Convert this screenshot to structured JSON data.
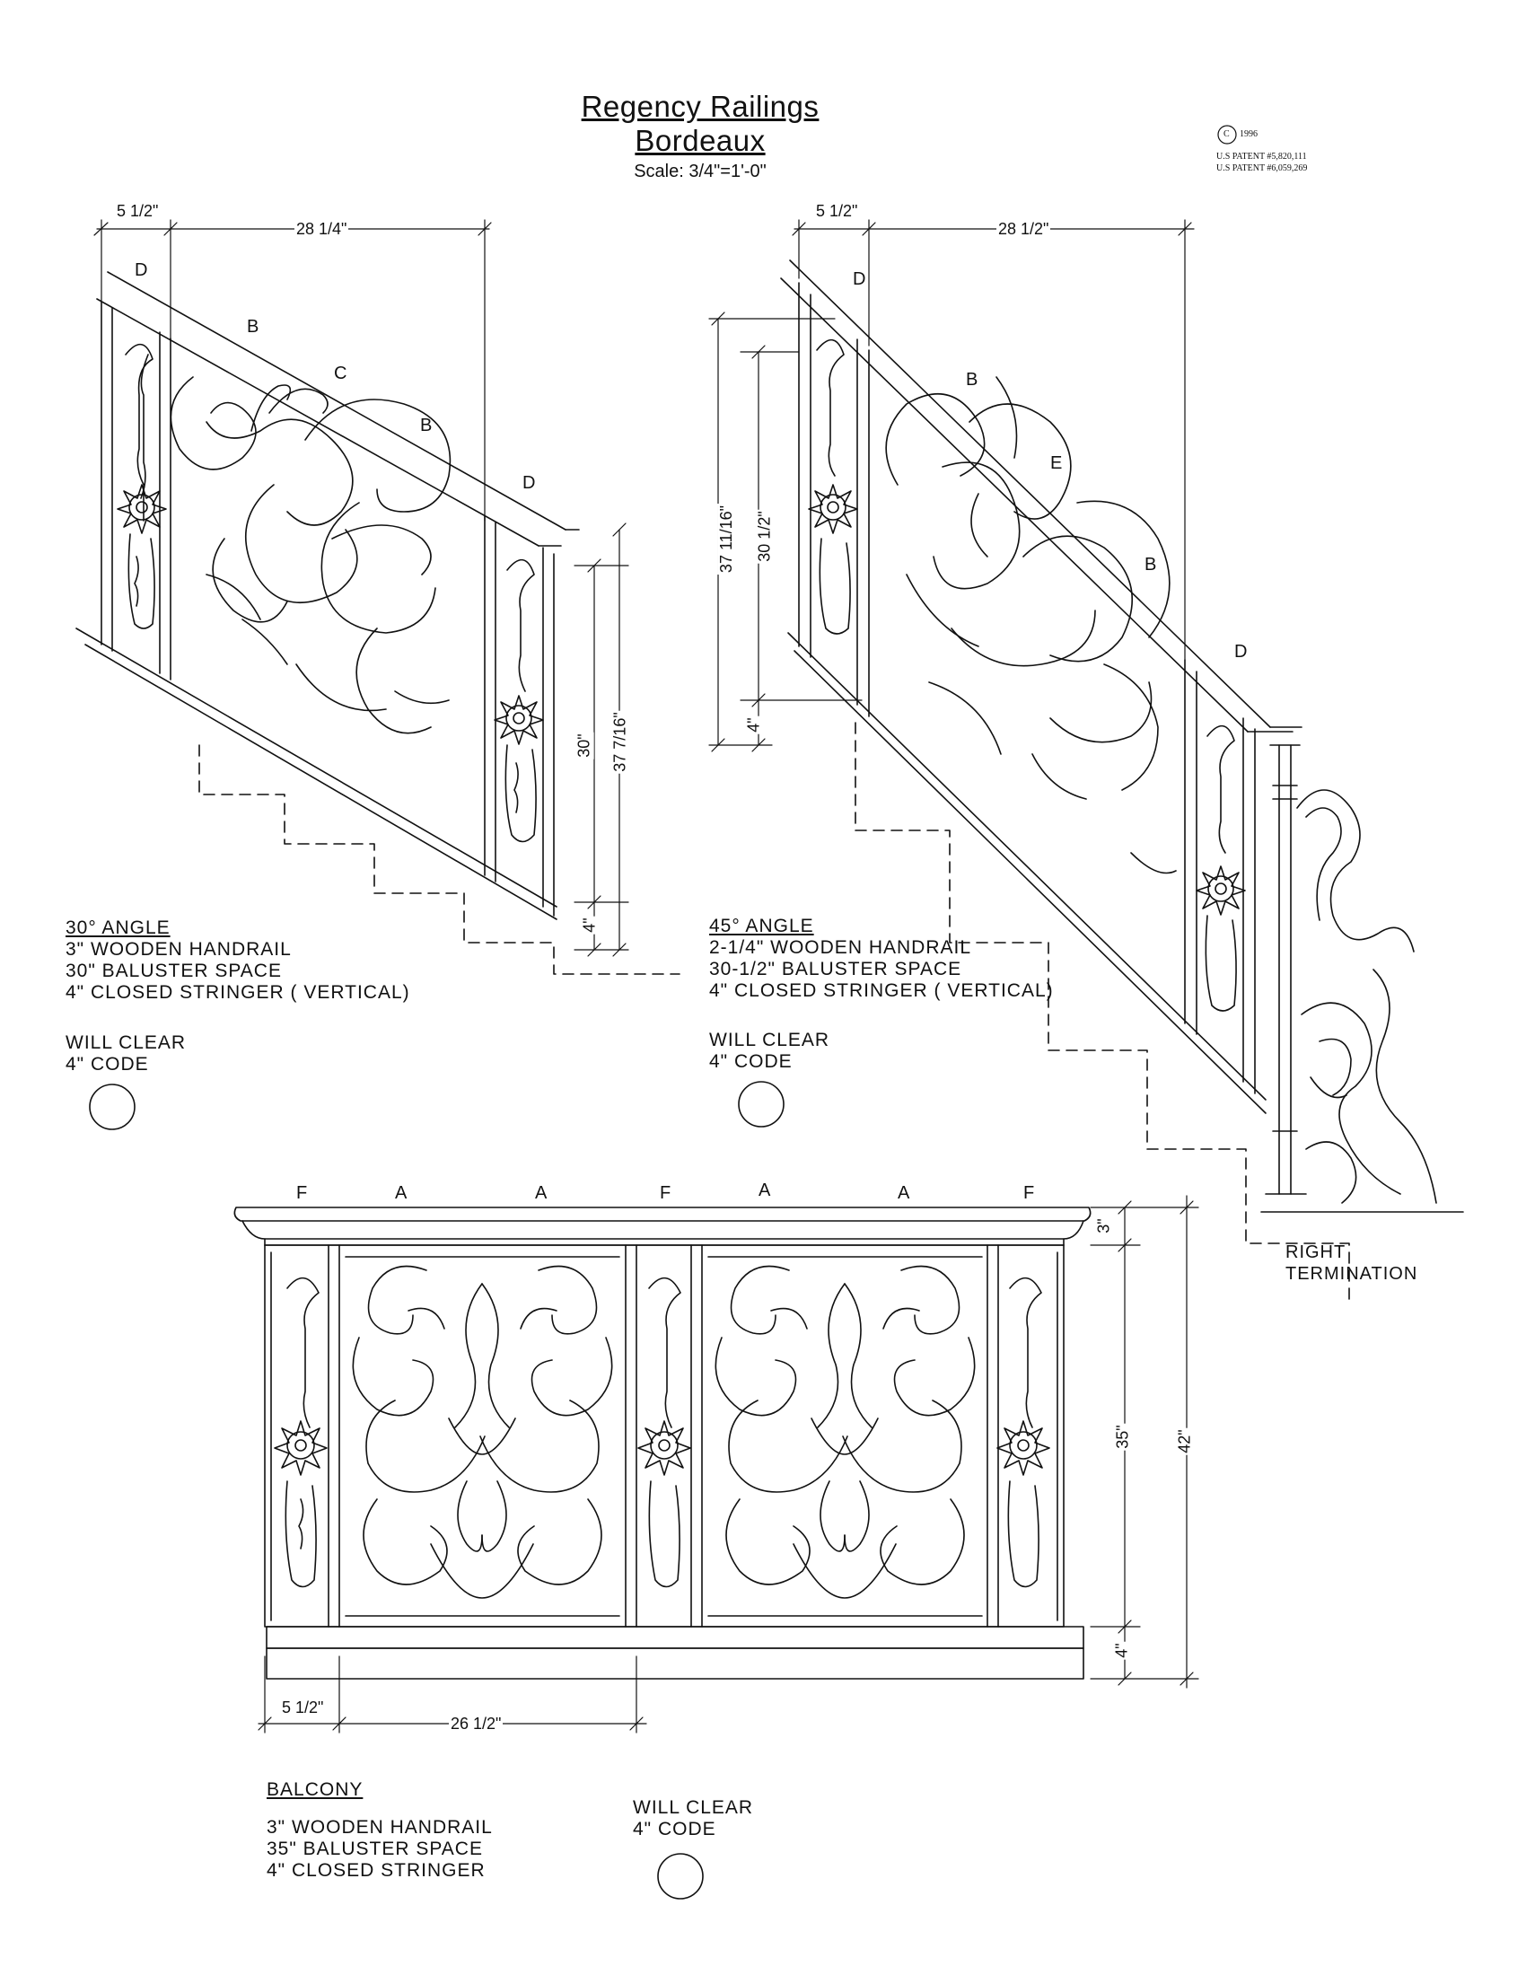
{
  "header": {
    "title_line1": "Regency Railings",
    "title_line2": "Bordeaux",
    "scale": "Scale: 3/4\"=1'-0\"",
    "copyright_symbol": "C",
    "copyright_year": "1996",
    "patent1": "U.S PATENT #5,820,111",
    "patent2": "U.S PATENT #6,059,269"
  },
  "stair30": {
    "dim_post": "5 1/2\"",
    "dim_span": "28 1/4\"",
    "panel_letters": [
      "D",
      "B",
      "C",
      "B",
      "D"
    ],
    "dim_baluster": "30\"",
    "dim_total": "37 7/16\"",
    "dim_stringer": "4\"",
    "notes": {
      "heading": "30° ANGLE",
      "line1": "3\" WOODEN HANDRAIL",
      "line2": "30\" BALUSTER SPACE",
      "line3": "4\" CLOSED STRINGER ( VERTICAL)",
      "clear1": "WILL CLEAR",
      "clear2": "4\" CODE"
    }
  },
  "stair45": {
    "dim_post": "5 1/2\"",
    "dim_span": "28 1/2\"",
    "panel_letters": [
      "D",
      "B",
      "E",
      "B",
      "D"
    ],
    "dim_total": "37 11/16\"",
    "dim_baluster": "30 1/2\"",
    "dim_stringer": "4\"",
    "notes": {
      "heading": "45° ANGLE",
      "line1": "2-1/4\" WOODEN HANDRAIL",
      "line2": "30-1/2\" BALUSTER SPACE",
      "line3": "4\" CLOSED STRINGER ( VERTICAL)",
      "clear1": "WILL CLEAR",
      "clear2": "4\" CODE"
    },
    "termination_line1": "RIGHT",
    "termination_line2": "TERMINATION"
  },
  "balcony": {
    "panel_letters": [
      "F",
      "A",
      "A",
      "F",
      "A",
      "A",
      "F"
    ],
    "dim_handrail": "3\"",
    "dim_baluster": "35\"",
    "dim_total": "42\"",
    "dim_stringer": "4\"",
    "dim_post": "5 1/2\"",
    "dim_span": "26 1/2\"",
    "notes": {
      "heading": "BALCONY",
      "line1": "3\" WOODEN HANDRAIL",
      "line2": "35\" BALUSTER SPACE",
      "line3": "4\" CLOSED STRINGER",
      "clear1": "WILL CLEAR",
      "clear2": "4\" CODE"
    }
  }
}
